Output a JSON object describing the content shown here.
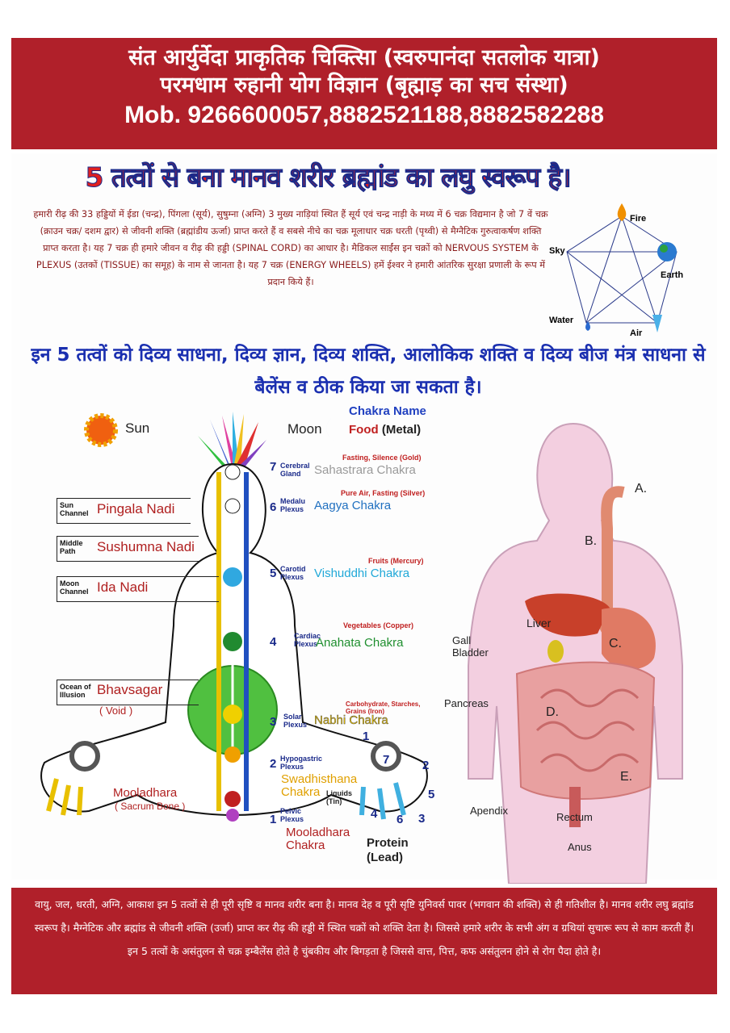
{
  "header": {
    "line1": "संत आर्युर्वेदा प्राकृतिक चिक्त्सिा (स्वरुपानंदा सतलोक यात्रा)",
    "line2": "परमधाम रुहानी योग विज्ञान (बृह्माड़ का सच संस्था)",
    "line3": "Mob. 9266600057,8882521188,8882582288"
  },
  "title": "5 तत्वों से बना मानव शरीर ब्रह्मांड का लघु स्वरूप है।",
  "paragraph": "हमारी रीढ़ की 33 हड्डियों में ईडा (चन्द्र), पिंगला (सूर्य), सुषुम्ना (अग्नि) 3 मुख्य नाड़ियां स्थित हैं सूर्य एवं चन्द्र नाड़ी के मध्य में 6 चक्र विद्यमान है जो 7 वें चक्र (क्राउन चक्र/ दशम द्वार) से जीवनी शक्ति (ब्रह्मांडीय ऊर्जा) प्राप्त करते हैं व सबसे नीचे का चक्र मूलाधार चक्र धरती (पृथ्वी) से मैग्नैटिक गुरुत्वाकर्षण शक्ति प्राप्त करता है। यह 7 चक्र ही हमारे जीवन व रीढ़ की हड्डी (SPINAL CORD) का आधार है। मैडिकल साईंस इन चक्रों को NERVOUS SYSTEM के PLEXUS (उतकों (TISSUE) का समूह) के नाम से जानता है। यह 7 चक्र (ENERGY WHEELS) हमें ईश्वर ने हमारी आंतरिक सुरक्षा प्रणाली के रूप में प्रदान किये हैं।",
  "subheading": "इन 5 तत्वों को दिव्य साधना, दिव्य ज्ञान, दिव्य शक्ति, आलोकिक शक्ति व दिव्य बीज मंत्र साधना से बैलेंस व ठीक किया जा सकता है।",
  "elements": [
    "Fire",
    "Earth",
    "Air",
    "Water",
    "Sky"
  ],
  "sun": "Sun",
  "moon": "Moon",
  "chakra_name_header": "Chakra Name",
  "food_header_a": "Food",
  "food_header_b": "(Metal)",
  "nadis": [
    {
      "small1": "Sun",
      "small2": "Channel",
      "name": "Pingala Nadi"
    },
    {
      "small1": "Middle",
      "small2": "Path",
      "name": "Sushumna Nadi"
    },
    {
      "small1": "Moon",
      "small2": "Channel",
      "name": "Ida Nadi"
    },
    {
      "small1": "Ocean of",
      "small2": "Illusion",
      "name": "Bhavsagar",
      "extra": "( Void )"
    }
  ],
  "mooladhara_left": {
    "name": "Mooladhara",
    "sub": "( Sacrum Bone )"
  },
  "chakras": [
    {
      "num": "7",
      "p1": "Cerebral",
      "p2": "Gland",
      "food": "Fasting, Silence (Gold)",
      "name": "Sahastrara Chakra",
      "color": "#9a9a9a"
    },
    {
      "num": "6",
      "p1": "Medalu",
      "p2": "Plexus",
      "food": "Pure Air, Fasting (Silver)",
      "name": "Aagya Chakra",
      "color": "#2070c0"
    },
    {
      "num": "5",
      "p1": "Carotid",
      "p2": "Plexus",
      "food": "Fruits (Mercury)",
      "name": "Vishuddhi Chakra",
      "color": "#20a8d8"
    },
    {
      "num": "4",
      "p1": "Cardiac",
      "p2": "Plexus",
      "food": "Vegetables (Copper)",
      "name": "Anahata Chakra",
      "color": "#1f8f2f"
    },
    {
      "num": "3",
      "p1": "Solar",
      "p2": "Plexus",
      "food": "Carbohydrate, Starches, Grains (Iron)",
      "name": "Nabhi Chakra",
      "color": "#e8c000"
    },
    {
      "num": "2",
      "p1": "Hypogastric",
      "p2": "Plexus",
      "food": "Liquids (Tin)",
      "name": "Swadhisthana Chakra",
      "color": "#e0a000"
    },
    {
      "num": "1",
      "p1": "Pelvic",
      "p2": "Plexus",
      "food": "Protein (Lead)",
      "name": "Mooladhara Chakra",
      "color": "#b02020"
    }
  ],
  "hand_numbers": [
    "1",
    "2",
    "3",
    "4",
    "5",
    "6",
    "7"
  ],
  "anatomy": [
    "A.",
    "B.",
    "C.",
    "D.",
    "E.",
    "Liver",
    "Gall Bladder",
    "Pancreas",
    "Apendix",
    "Rectum",
    "Anus"
  ],
  "footer": "वायु, जल, धरती, अग्नि, आकाश इन 5 तत्वों से ही पूरी सृष्टि व मानव शरीर बना है। मानव देह व पूरी सृष्टि युनिवर्स पावर (भगवान की शक्ति) से ही गतिशील है। मानव शरीर लघु ब्रह्मांड स्वरूप है। मैग्नेटिक और ब्रह्मांड से जीवनी शक्ति (उर्जा) प्राप्त कर रीढ़ की हड्डी में स्थित चक्रों को शक्ति देता है। जिससे हमारे शरीर के सभी अंग व ग्रथियां सुचारू रूप से काम करती हैं। इन 5 तत्वों के असंतुलन से चक्र इम्बैलेंस होते है चुंबकीय और बिगड़ता है जिससे वात्त, पित्त, कफ असंतुलन होने से रोग पैदा होते है।",
  "colors": {
    "banner": "#b0202a",
    "title_red": "#e02020",
    "blue_text": "#1a2fb0"
  }
}
